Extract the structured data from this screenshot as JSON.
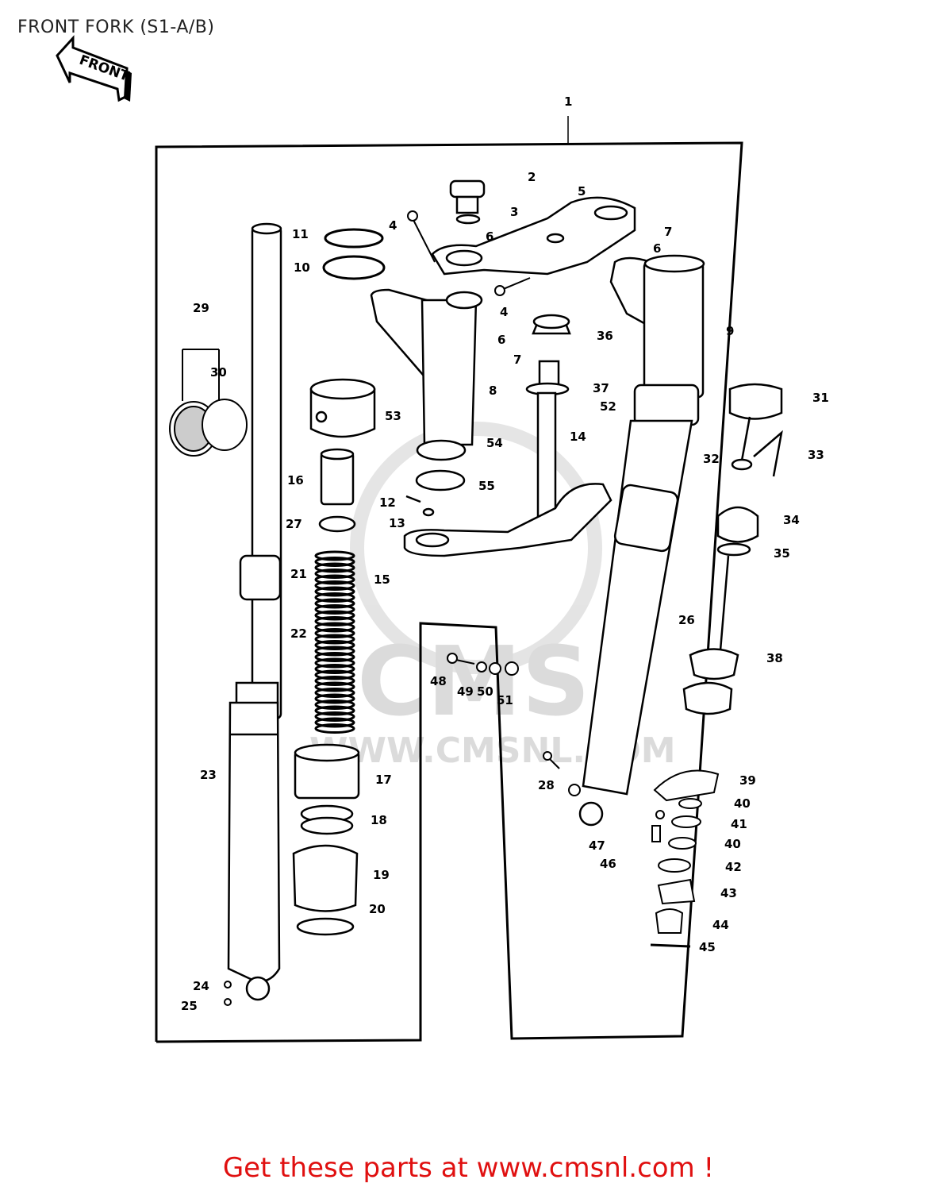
{
  "page": {
    "title": "FRONT FORK (S1-A/B)",
    "footer_link": "Get these parts at www.cmsnl.com !"
  },
  "front_arrow": {
    "label": "FRONT"
  },
  "watermark": {
    "brand": "CMS",
    "url": "WWW.CMSNL.COM"
  },
  "colors": {
    "footer": "#e01010",
    "line": "#000000",
    "watermark": "#d8d8d8"
  },
  "callouts": [
    "1",
    "2",
    "3",
    "4",
    "4",
    "5",
    "6",
    "6",
    "6",
    "7",
    "7",
    "8",
    "9",
    "10",
    "11",
    "12",
    "13",
    "14",
    "15",
    "16",
    "17",
    "18",
    "19",
    "20",
    "21",
    "22",
    "23",
    "24",
    "25",
    "26",
    "27",
    "28",
    "29",
    "30",
    "31",
    "32",
    "33",
    "34",
    "35",
    "36",
    "37",
    "38",
    "39",
    "40",
    "40",
    "41",
    "42",
    "43",
    "44",
    "45",
    "46",
    "47",
    "48",
    "49",
    "50",
    "51",
    "52",
    "53",
    "54",
    "55"
  ]
}
